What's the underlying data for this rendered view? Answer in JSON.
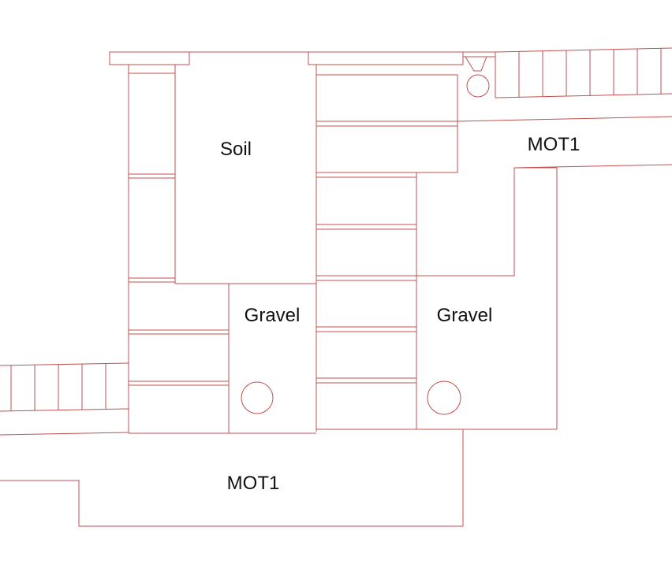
{
  "colors": {
    "line": "#c0504d",
    "text": "#111111",
    "background": "#ffffff"
  },
  "labels": {
    "soil": "Soil",
    "gravel_left": "Gravel",
    "gravel_right": "Gravel",
    "mot1_upper": "MOT1",
    "mot1_lower": "MOT1"
  }
}
